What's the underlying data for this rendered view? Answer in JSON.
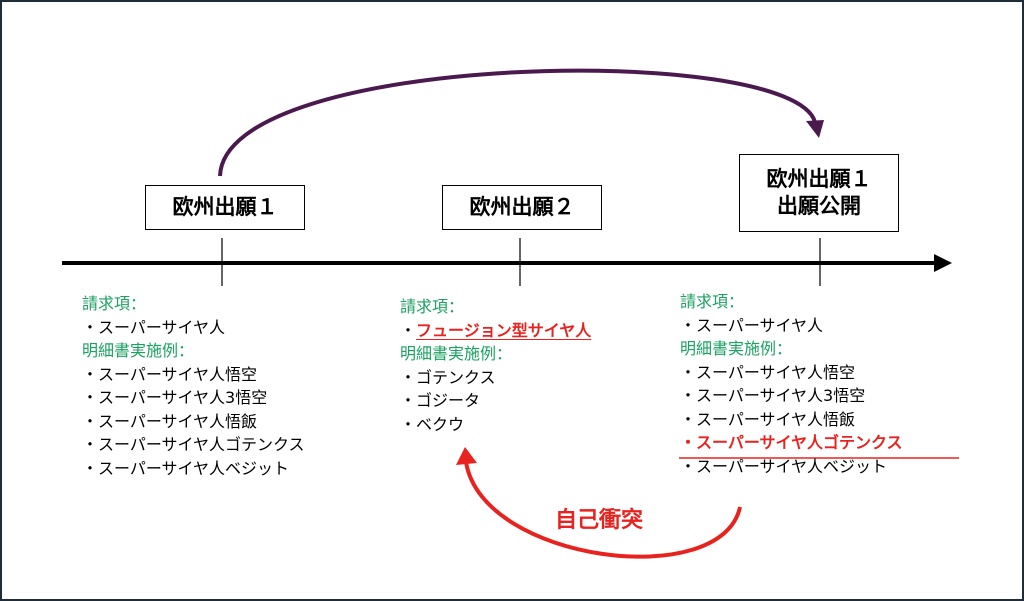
{
  "boxes": {
    "app1": "欧州出願１",
    "app2": "欧州出願２",
    "pub_line1": "欧州出願１",
    "pub_line2": "出願公開"
  },
  "col1": {
    "claims_label": "請求項：",
    "claims": [
      "・スーパーサイヤ人"
    ],
    "embodiments_label": "明細書実施例：",
    "embodiments": [
      "・スーパーサイヤ人悟空",
      "・スーパーサイヤ人3悟空",
      "・スーパーサイヤ人悟飯",
      "・スーパーサイヤ人ゴテンクス",
      "・スーパーサイヤ人ベジット"
    ]
  },
  "col2": {
    "claims_label": "請求項：",
    "claim_bullet": "・",
    "claim_highlight": "フュージョン型サイヤ人",
    "embodiments_label": "明細書実施例：",
    "embodiments": [
      "・ゴテンクス",
      "・ゴジータ",
      "・ベクウ"
    ]
  },
  "col3": {
    "claims_label": "請求項：",
    "claims": [
      "・スーパーサイヤ人"
    ],
    "embodiments_label": "明細書実施例：",
    "embodiments": [
      "・スーパーサイヤ人悟空",
      "・スーパーサイヤ人3悟空",
      "・スーパーサイヤ人悟飯"
    ],
    "highlight": "・スーパーサイヤ人ゴテンクス",
    "embodiments_after": [
      "・スーパーサイヤ人ベジット"
    ]
  },
  "conflict_label": "自己衝突",
  "colors": {
    "label": "#1aa260",
    "accent": "#e8231f",
    "arc": "#4a1a4f",
    "frame": "#1f2d3a"
  }
}
